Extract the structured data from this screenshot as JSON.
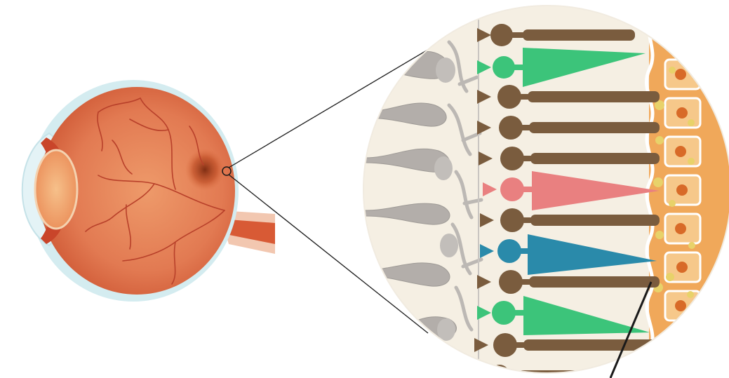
{
  "diagram": {
    "colors": {
      "background": "#ffffff",
      "sclera": "#d4ecf0",
      "eyeball": "#e07550",
      "lens": "#f0a070",
      "optic_nerve": "#d85a35",
      "retina_bg": "#f5efe3",
      "ganglion": "#b0aca8",
      "rod": "#7a5c3e",
      "cone_green": "#3cc47a",
      "cone_red": "#e98080",
      "cone_blue": "#2a8aaa",
      "rpe": "#f0a85a",
      "rpe_nucleus": "#d86a28",
      "rpe_granule": "#e8d26a",
      "pointer": "#1a1a1a"
    },
    "rods_count": 7,
    "cones": [
      "green",
      "red",
      "blue",
      "green"
    ]
  }
}
